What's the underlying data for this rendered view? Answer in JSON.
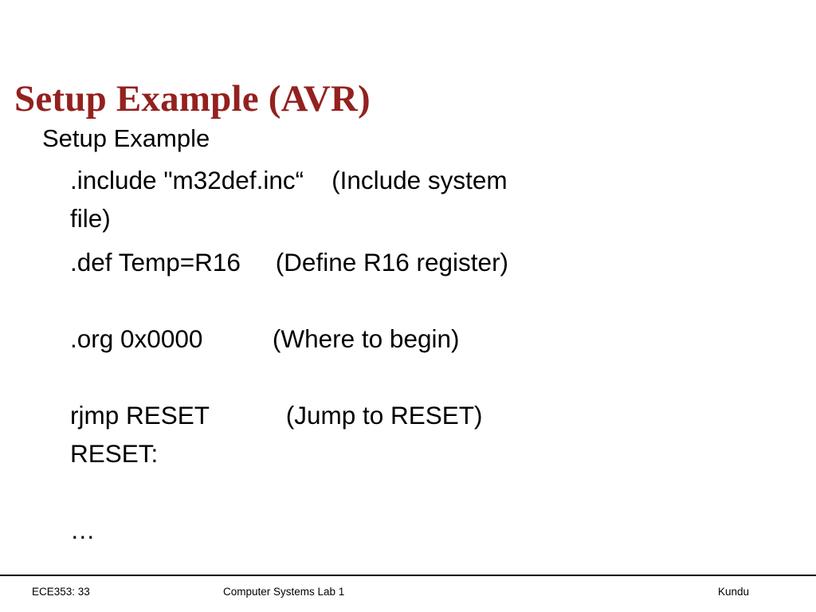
{
  "slide": {
    "title": "Setup Example (AVR)",
    "title_color": "#93211F",
    "background_color": "#FFFFFF",
    "text_color": "#000000"
  },
  "content": {
    "bullets": [
      {
        "level": 1,
        "text": "Setup Example"
      },
      {
        "level": 2,
        "text": ".include \"m32def.inc“    (Include system"
      },
      {
        "level": 2,
        "text": "file)",
        "wrapped": true
      },
      {
        "level": 2,
        "text": ".def Temp=R16     (Define R16 register)"
      },
      {
        "level": 2,
        "text": "",
        "blank": true
      },
      {
        "level": 2,
        "text": ".org 0x0000          (Where to begin)"
      },
      {
        "level": 2,
        "text": "",
        "blank": true
      },
      {
        "level": 2,
        "text": "rjmp RESET           (Jump to RESET)"
      },
      {
        "level": 2,
        "text": "RESET:"
      },
      {
        "level": 2,
        "text": "",
        "blank": true
      },
      {
        "level": 2,
        "text": "…"
      }
    ]
  },
  "footer": {
    "left": "ECE353: 33",
    "center": "Computer Systems Lab 1",
    "right": "Kundu"
  }
}
